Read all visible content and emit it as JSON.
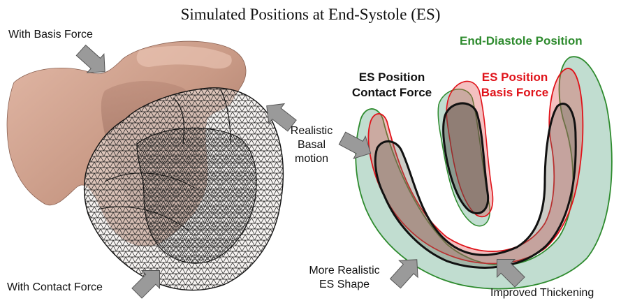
{
  "title": "Simulated Positions at End-Systole (ES)",
  "left_panel": {
    "label_basis_force": "With Basis Force",
    "label_contact_force": "With Contact Force",
    "label_basal_motion": [
      "Realistic",
      "Basal",
      "motion"
    ]
  },
  "right_panel": {
    "label_end_diastole": "End-Diastole Position",
    "label_es_contact": [
      "ES Position",
      "Contact Force"
    ],
    "label_es_basis": [
      "ES Position",
      "Basis Force"
    ],
    "label_more_realistic": [
      "More Realistic",
      "ES Shape"
    ],
    "label_improved_thickening": "Improved Thickening"
  },
  "colors": {
    "end_diastole": "#2e8b2e",
    "es_basis_force": "#e0131a",
    "es_contact_force": "#111111",
    "heart_surface": "#c99a86",
    "arrow_fill": "#9a9a9a"
  }
}
